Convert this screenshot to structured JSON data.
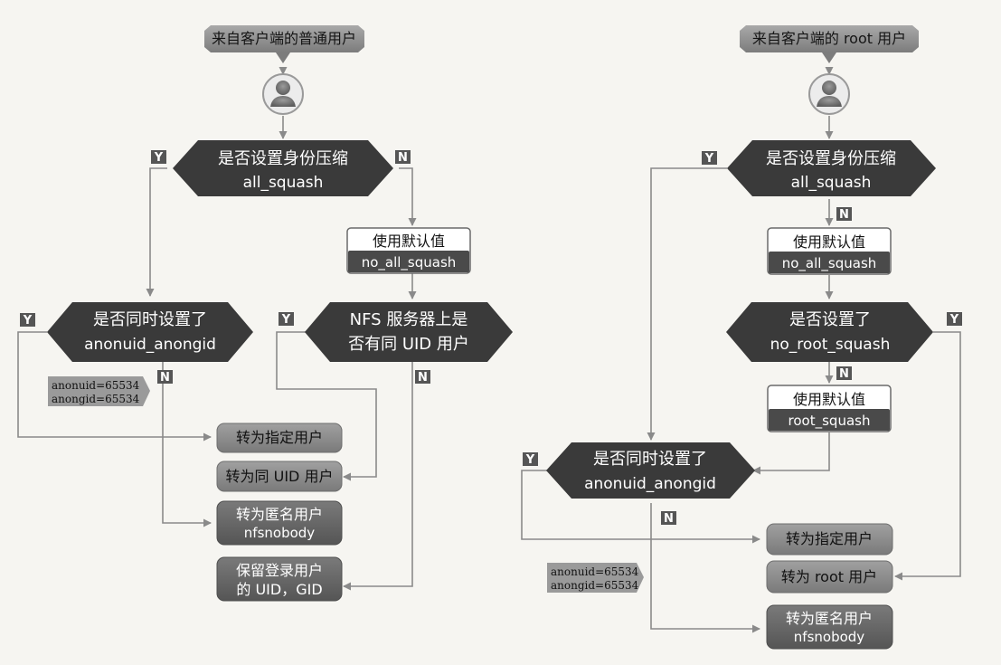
{
  "colors": {
    "diamond": "#3a3a3a",
    "start": "#8c8c8c",
    "outcome": "#8d8d8d",
    "default_box_bg": "#ffffff",
    "default_box_value_bg": "#4a4a4a",
    "line": "#8a8a8a",
    "badge": "#555555",
    "note": "#9a9a9a"
  },
  "left": {
    "start_label": "来自客户端的普通用户",
    "user_icon": "user-icon",
    "d1": {
      "line1": "是否设置身份压缩",
      "line2": "all_squash"
    },
    "d1_yes": "Y",
    "d1_no": "N",
    "default_box": {
      "title": "使用默认值",
      "value": "no_all_squash"
    },
    "d2": {
      "line1": "是否同时设置了",
      "line2": "anonuid_anongid"
    },
    "d2_yes": "Y",
    "d2_no": "N",
    "d3": {
      "line1": "NFS 服务器上是",
      "line2": "否有同 UID 用户"
    },
    "d3_yes": "Y",
    "d3_no": "N",
    "note": {
      "line1": "anonuid=65534",
      "line2": "anongid=65534"
    },
    "outcomes": {
      "o1": "转为指定用户",
      "o2": "转为同 UID 用户",
      "o3_line1": "转为匿名用户",
      "o3_line2": "nfsnobody",
      "o4_line1": "保留登录用户",
      "o4_line2": "的 UID，GID"
    }
  },
  "right": {
    "start_label": "来自客户端的 root 用户",
    "user_icon": "user-icon",
    "d1": {
      "line1": "是否设置身份压缩",
      "line2": "all_squash"
    },
    "d1_yes": "Y",
    "d1_no": "N",
    "default_box1": {
      "title": "使用默认值",
      "value": "no_all_squash"
    },
    "d2": {
      "line1": "是否设置了",
      "line2": "no_root_squash"
    },
    "d2_yes": "Y",
    "d2_no": "N",
    "default_box2": {
      "title": "使用默认值",
      "value": "root_squash"
    },
    "d3": {
      "line1": "是否同时设置了",
      "line2": "anonuid_anongid"
    },
    "d3_yes": "Y",
    "d3_no": "N",
    "note": {
      "line1": "anonuid=65534",
      "line2": "anongid=65534"
    },
    "outcomes": {
      "o1": "转为指定用户",
      "o2": "转为 root 用户",
      "o3_line1": "转为匿名用户",
      "o3_line2": "nfsnobody"
    }
  }
}
